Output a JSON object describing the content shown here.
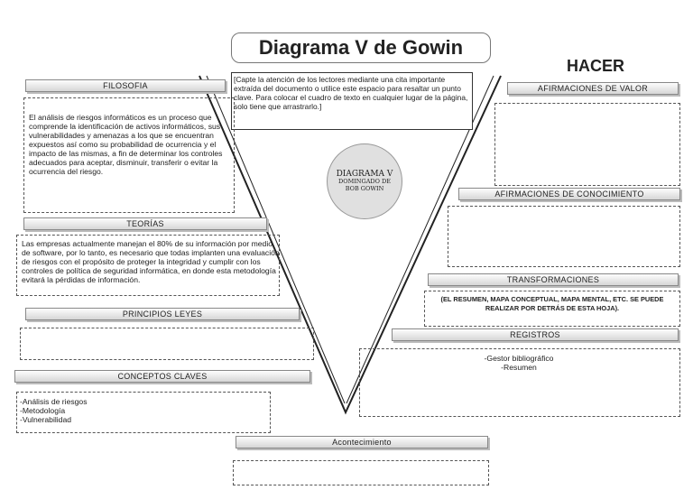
{
  "title": "Diagrama V de Gowin",
  "hacer": "HACER",
  "quote": "[Capte la atención de los lectores mediante una cita importante extraída del documento o utilice este espacio para resaltar un punto clave. Para colocar el cuadro de texto en cualquier lugar de la página, solo tiene que arrastrarlo.]",
  "center_circle": {
    "line1": "DIAGRAMA V",
    "line2": "DOMINGADO DE",
    "line3": "BOB GOWIN"
  },
  "left": {
    "filosofia": {
      "label": "FILOSOFIA",
      "text": "El análisis de riesgos informáticos es un proceso que comprende la identificación de activos informáticos, sus vulnerabilidades y amenazas a los que se encuentran expuestos así como su probabilidad de ocurrencia y el impacto de las mismas, a fin de determinar los controles adecuados para aceptar, disminuir, transferir o evitar la ocurrencia del riesgo."
    },
    "teorias": {
      "label": "TEORÍAS",
      "text": "Las empresas actualmente manejan el 80% de su información por medio de software, por lo tanto, es necesario que todas implanten una evaluación de riesgos con el propósito de proteger la integridad y cumplir con los controles de política de seguridad informática, en donde esta metodología evitará la pérdidas de información."
    },
    "principios": {
      "label": "PRINCIPIOS LEYES"
    },
    "conceptos": {
      "label": "CONCEPTOS CLAVES",
      "items": [
        "-Análisis de riesgos",
        "-Metodología",
        "-Vulnerabilidad"
      ]
    }
  },
  "right": {
    "afirmaciones_valor": {
      "label": "AFIRMACIONES DE VALOR"
    },
    "afirmaciones_conocimiento": {
      "label": "AFIRMACIONES DE CONOCIMIENTO"
    },
    "transformaciones": {
      "label": "TRANSFORMACIONES",
      "text": "(EL RESUMEN, MAPA CONCEPTUAL, MAPA MENTAL, ETC. SE PUEDE REALIZAR POR DETRÁS DE ESTA HOJA)."
    },
    "registros": {
      "label": "REGISTROS",
      "items": [
        "-Gestor bibliográfico",
        "-Resumen"
      ]
    }
  },
  "acontecimiento": {
    "label": "Acontecimiento"
  },
  "colors": {
    "outline": "#222222",
    "bar_top": "#fdfdfd",
    "bar_bottom": "#d6d6d6",
    "circle_fill": "#e0e0e0"
  }
}
